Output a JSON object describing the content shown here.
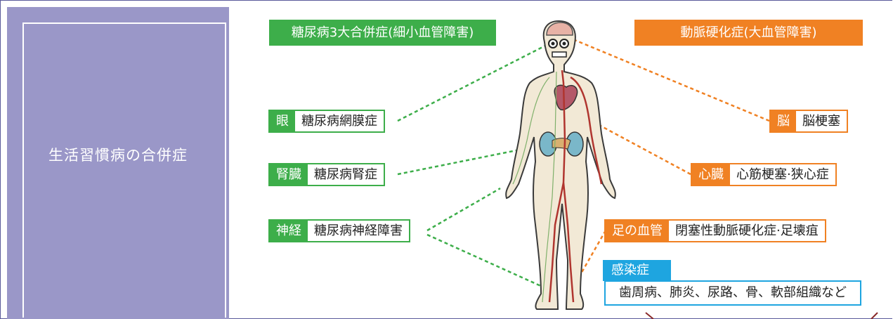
{
  "left_panel": {
    "title": "生活習慣病の合併症"
  },
  "micro": {
    "title": "糖尿病3大合併症(細小血管障害)"
  },
  "macro": {
    "title": "動脈硬化症(大血管障害)"
  },
  "items_left": [
    {
      "tag": "眼",
      "text": "糖尿病網膜症"
    },
    {
      "tag": "腎臓",
      "text": "糖尿病腎症"
    },
    {
      "tag": "神経",
      "text": "糖尿病神経障害"
    }
  ],
  "items_right": [
    {
      "tag": "脳",
      "text": "脳梗塞"
    },
    {
      "tag": "心臓",
      "text": "心筋梗塞·狭心症"
    },
    {
      "tag": "足の血管",
      "text": "閉塞性動脈硬化症·足壊疽"
    }
  ],
  "infection": {
    "tag": "感染症",
    "text": "歯周病、肺炎、尿路、骨、軟部組織など"
  },
  "colors": {
    "green": "#3dae4a",
    "orange": "#f08123",
    "blue": "#1ea5e0",
    "panel": "#9a97c8"
  }
}
